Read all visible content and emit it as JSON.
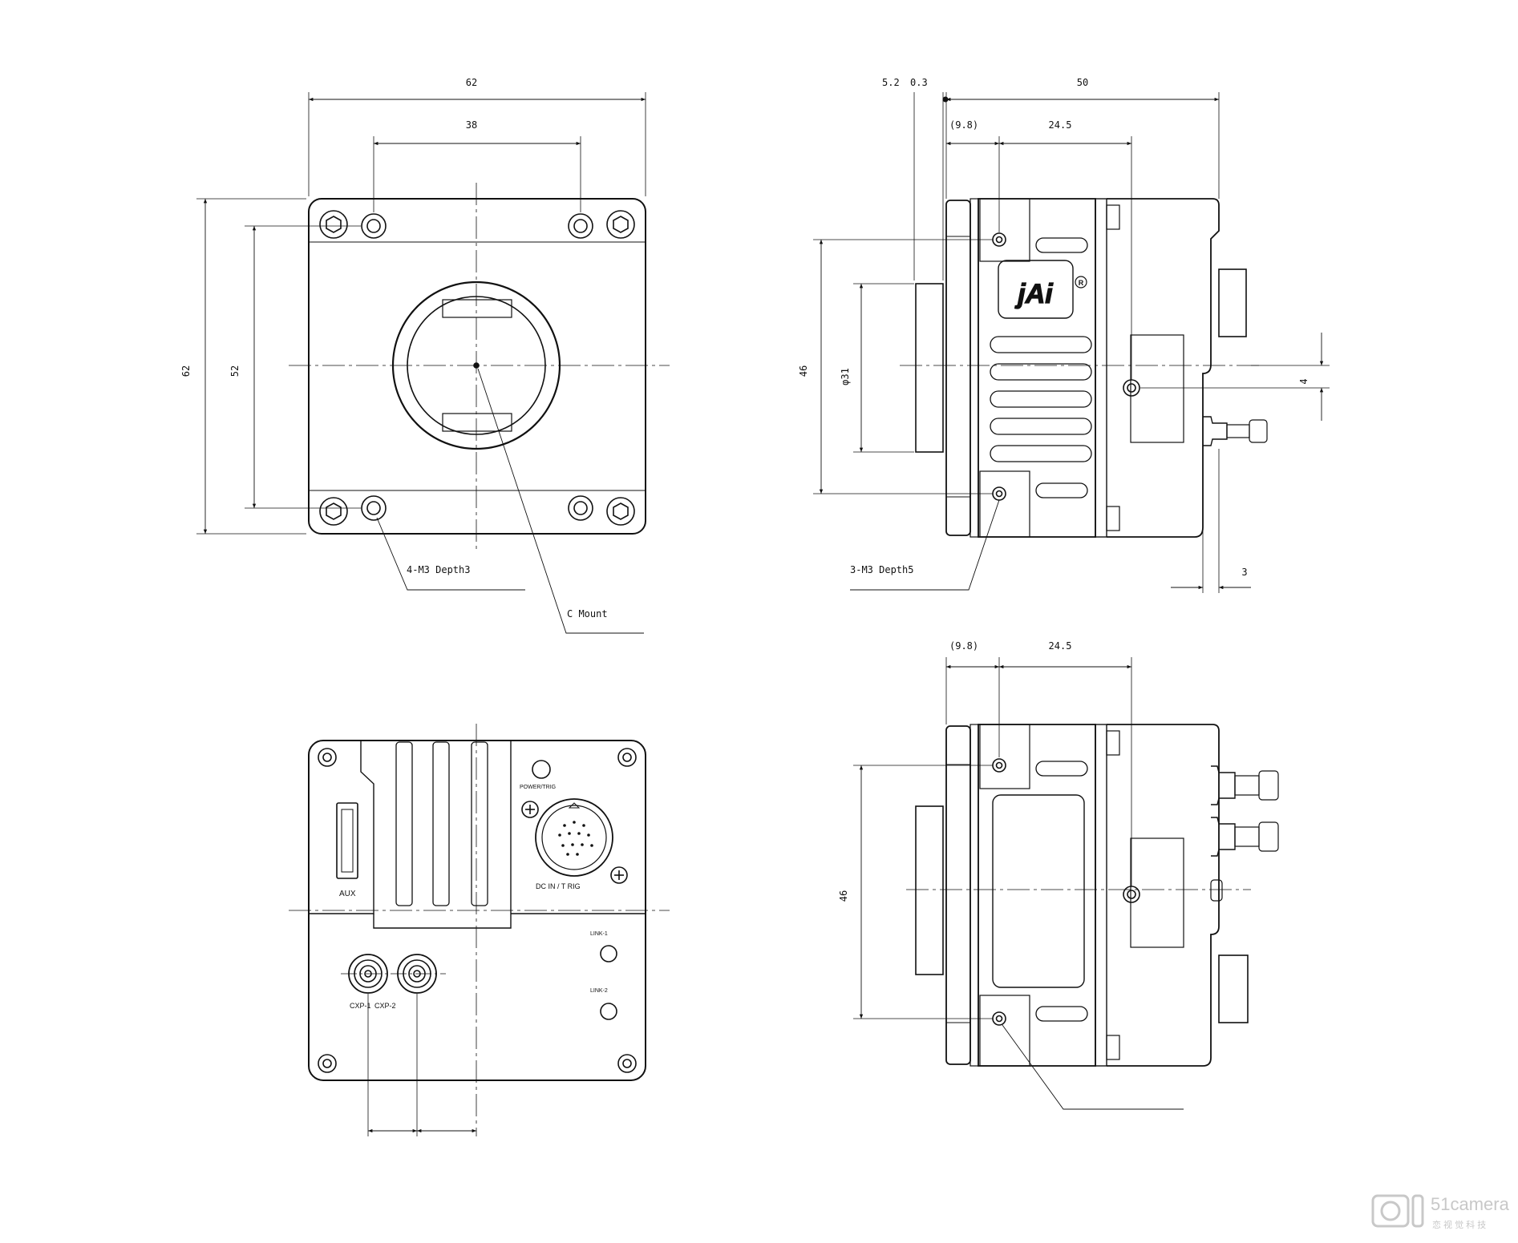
{
  "drawing": {
    "front": {
      "dim_width": "62",
      "dim_hole_spacing": "38",
      "dim_height": "62",
      "dim_hole_vertical": "52",
      "callout_holes": "4-M3 Depth3",
      "callout_mount": "C Mount"
    },
    "side": {
      "dim_a": "5.2",
      "dim_b": "0.3",
      "dim_length": "50",
      "dim_ref": "(9.8)",
      "dim_hole": "24.5",
      "dim_height": "46",
      "dim_diameter": "φ31",
      "dim_offset": "4",
      "dim_connector": "3",
      "callout_holes": "3-M3 Depth5",
      "logo": "jAi"
    },
    "rear": {
      "label_aux": "AUX",
      "label_power": "POWER/TRIG",
      "label_dc": "DC IN / T RIG",
      "label_link1": "LINK-1",
      "label_link2": "LINK-2",
      "label_cxp1": "CXP-1",
      "label_cxp2": "CXP-2"
    },
    "bottom": {
      "dim_ref": "(9.8)",
      "dim_hole": "24.5",
      "dim_height": "46"
    }
  },
  "watermark": {
    "brand": "51camera",
    "tagline": "恋 视 觉 科 技"
  }
}
